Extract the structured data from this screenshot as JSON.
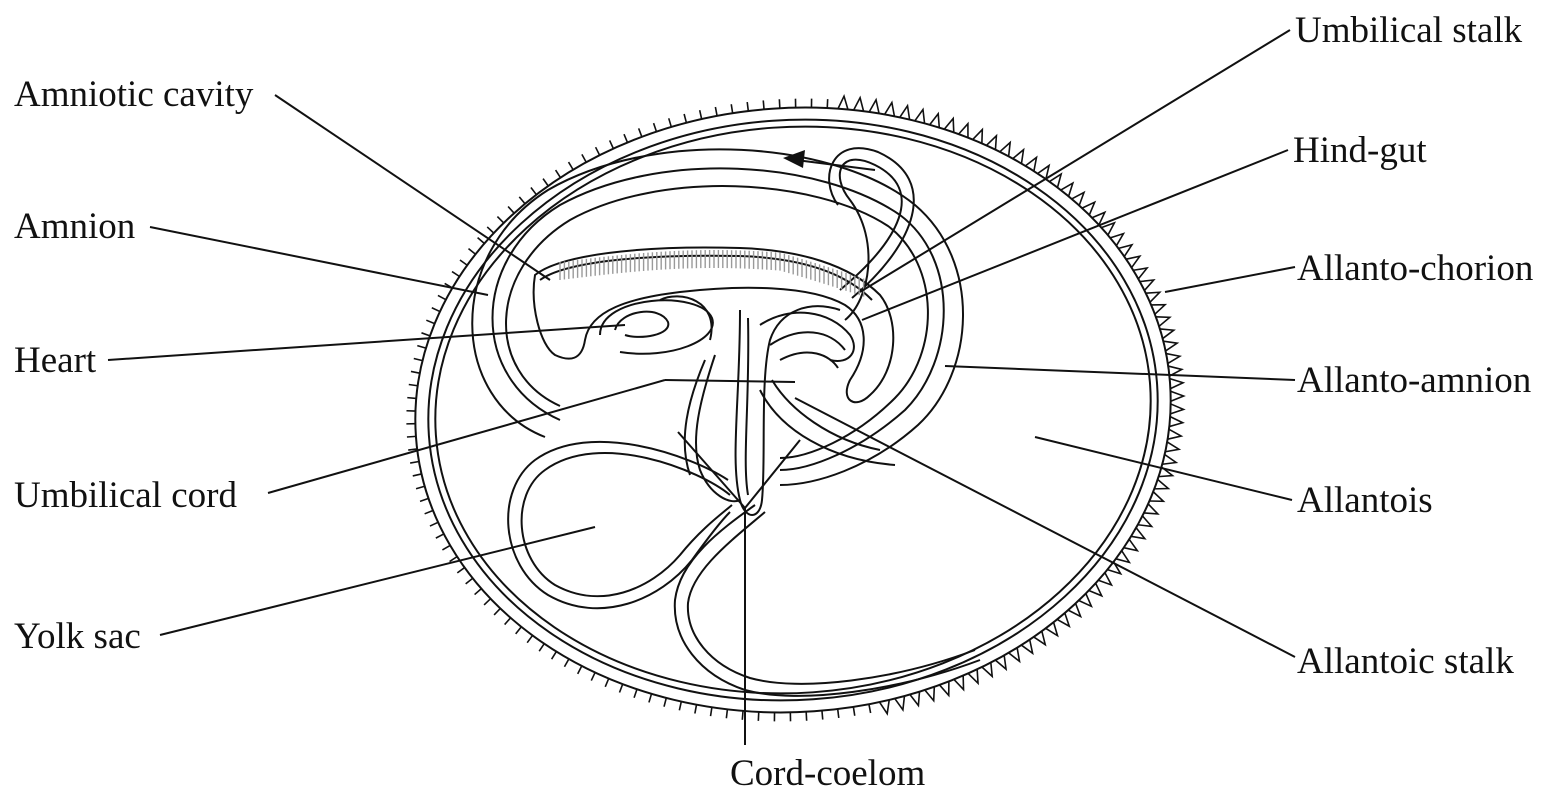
{
  "colors": {
    "ink": "#111111",
    "background": "#ffffff",
    "embryo_stipple": "#9a9a9a"
  },
  "labels": {
    "umbilical_stalk": "Umbilical stalk",
    "amniotic_cavity": "Amniotic cavity",
    "hind_gut": "Hind-gut",
    "amnion": "Amnion",
    "allanto_chorion": "Allanto-chorion",
    "heart": "Heart",
    "allanto_amnion": "Allanto-amnion",
    "umbilical_cord": "Umbilical cord",
    "allantois": "Allantois",
    "yolk_sac": "Yolk sac",
    "allantoic_stalk": "Allantoic stalk",
    "cord_coelom": "Cord-coelom"
  }
}
